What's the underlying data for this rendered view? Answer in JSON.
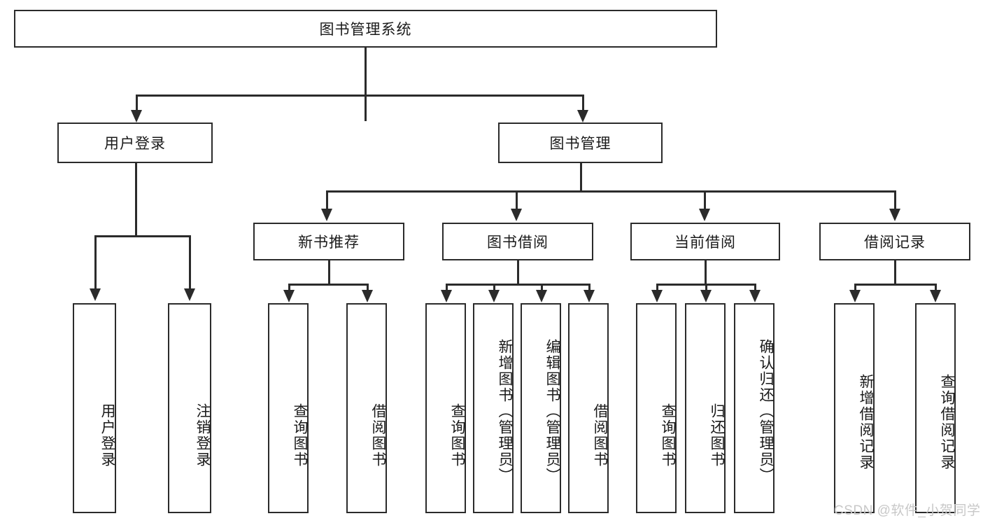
{
  "diagram": {
    "type": "tree-hierarchy",
    "title": "图书管理系统",
    "root": {
      "label": "图书管理系统"
    },
    "level1": [
      {
        "id": "user-login",
        "label": "用户登录"
      },
      {
        "id": "book-management",
        "label": "图书管理"
      }
    ],
    "level2": [
      {
        "id": "new-book-recommend",
        "label": "新书推荐",
        "parent": "book-management"
      },
      {
        "id": "book-borrow",
        "label": "图书借阅",
        "parent": "book-management"
      },
      {
        "id": "current-borrow",
        "label": "当前借阅",
        "parent": "book-management"
      },
      {
        "id": "borrow-record",
        "label": "借阅记录",
        "parent": "book-management"
      }
    ],
    "leaves": {
      "user-login": [
        {
          "id": "leaf-user-login",
          "label": "用户登录"
        },
        {
          "id": "leaf-logout",
          "label": "注销登录"
        }
      ],
      "new-book-recommend": [
        {
          "id": "leaf-query-book-1",
          "label": "查询图书"
        },
        {
          "id": "leaf-borrow-book-1",
          "label": "借阅图书"
        }
      ],
      "book-borrow": [
        {
          "id": "leaf-query-book-2",
          "label": "查询图书"
        },
        {
          "id": "leaf-add-book",
          "label": "新增图书（管理员）"
        },
        {
          "id": "leaf-edit-book",
          "label": "编辑图书（管理员）"
        },
        {
          "id": "leaf-borrow-book-2",
          "label": "借阅图书"
        }
      ],
      "current-borrow": [
        {
          "id": "leaf-query-book-3",
          "label": "查询图书"
        },
        {
          "id": "leaf-return-book",
          "label": "归还图书"
        },
        {
          "id": "leaf-confirm-return",
          "label": "确认归还（管理员）"
        }
      ],
      "borrow-record": [
        {
          "id": "leaf-add-record",
          "label": "新增借阅记录"
        },
        {
          "id": "leaf-query-record",
          "label": "查询借阅记录"
        }
      ]
    },
    "watermark": "CSDN @软件_小贺同学",
    "colors": {
      "stroke": "#2b2b2b",
      "fill": "#ffffff",
      "text": "#1a1a1a",
      "watermark": "#c8c8c8"
    }
  }
}
